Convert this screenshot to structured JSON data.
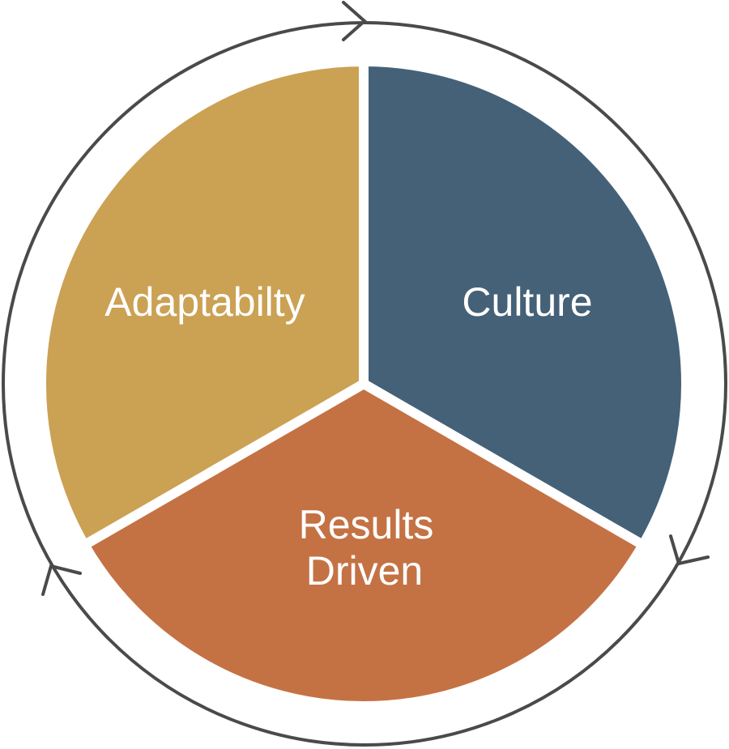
{
  "diagram": {
    "type": "cycle",
    "direction": "clockwise",
    "segments": [
      {
        "id": "culture",
        "lines": [
          "Culture"
        ],
        "color": "#456177"
      },
      {
        "id": "results-driven",
        "lines": [
          "Results",
          "Driven"
        ],
        "color": "#c47244"
      },
      {
        "id": "adaptability",
        "lines": [
          "Adaptabilty"
        ],
        "color": "#cba154"
      }
    ],
    "ring_color": "#4a4a4a",
    "divider_color": "#ffffff"
  }
}
